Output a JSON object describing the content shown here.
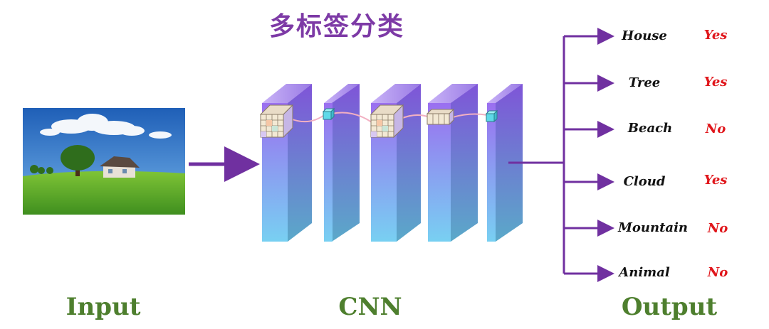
{
  "title": "多标签分类",
  "sections": {
    "input": "Input",
    "cnn": "CNN",
    "output": "Output"
  },
  "outputs": [
    {
      "label": "House",
      "value": "Yes"
    },
    {
      "label": "Tree",
      "value": "Yes"
    },
    {
      "label": "Beach",
      "value": "No"
    },
    {
      "label": "Cloud",
      "value": "Yes"
    },
    {
      "label": "Mountain",
      "value": "No"
    },
    {
      "label": "Animal",
      "value": "No"
    }
  ],
  "colors": {
    "title": "#7d3aa6",
    "section": "#4e7f2e",
    "arrow": "#7030a0",
    "yes_no": "#e0161b",
    "layer_top": "#9b6ff0",
    "layer_bottom": "#78d0f2"
  }
}
